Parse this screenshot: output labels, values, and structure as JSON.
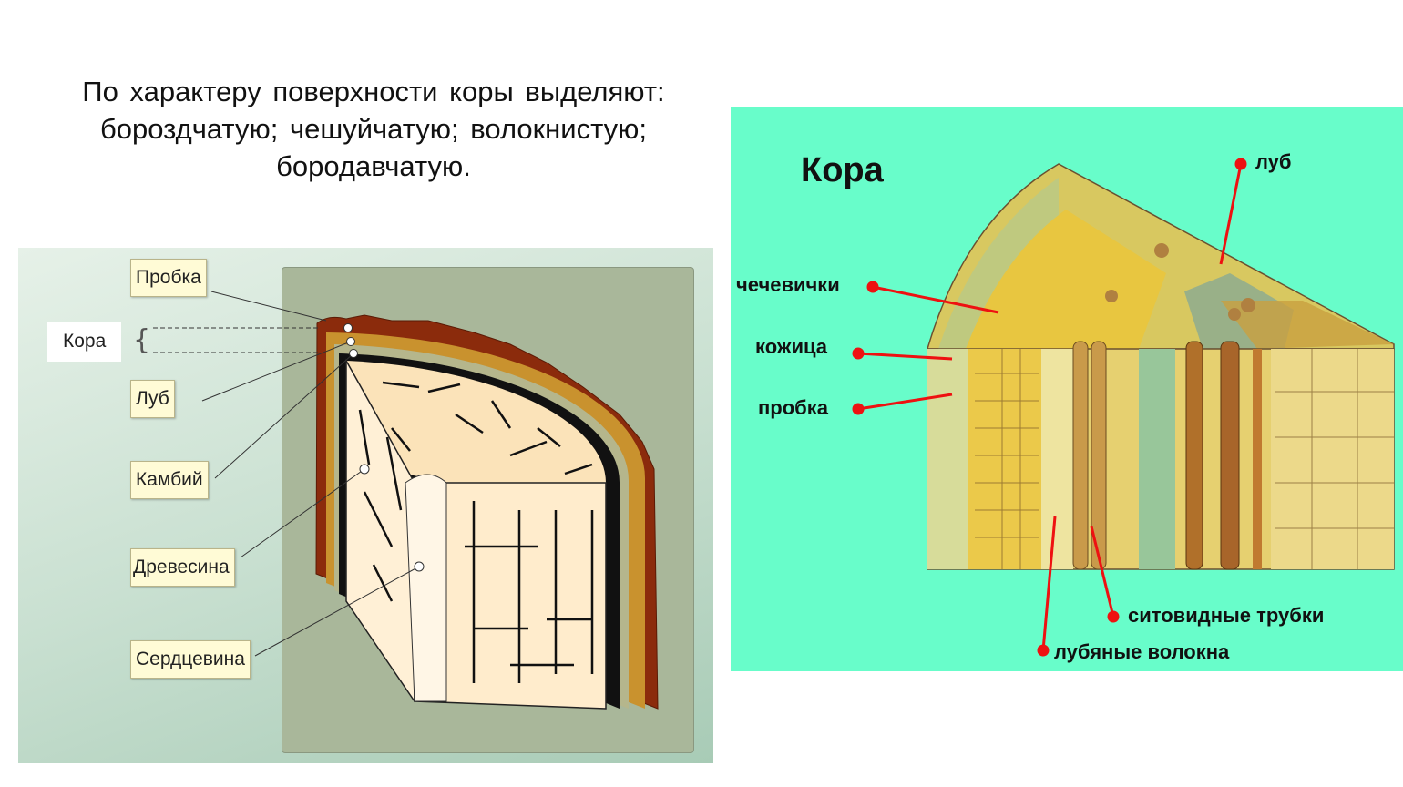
{
  "heading": {
    "line1": "По характеру поверхности коры выделяют:",
    "line2": "бороздчатую; чешуйчатую; волокнистую;",
    "line3": "бородавчатую."
  },
  "left_diagram": {
    "labels": {
      "probka": "Пробка",
      "kora": "Кора",
      "lub": "Луб",
      "kambiy": "Камбий",
      "drevesina": "Древесина",
      "serdtsevina": "Сердцевина"
    }
  },
  "right_diagram": {
    "title": "Кора",
    "labels": {
      "lub": "луб",
      "chechevichki": "чечевички",
      "kozhitsa": "кожица",
      "probka": "пробка",
      "sitovidnye": "ситовидные трубки",
      "lubyanye": "лубяные волокна"
    },
    "colors": {
      "background": "#68fdca",
      "pointer": "#ee1111"
    }
  }
}
